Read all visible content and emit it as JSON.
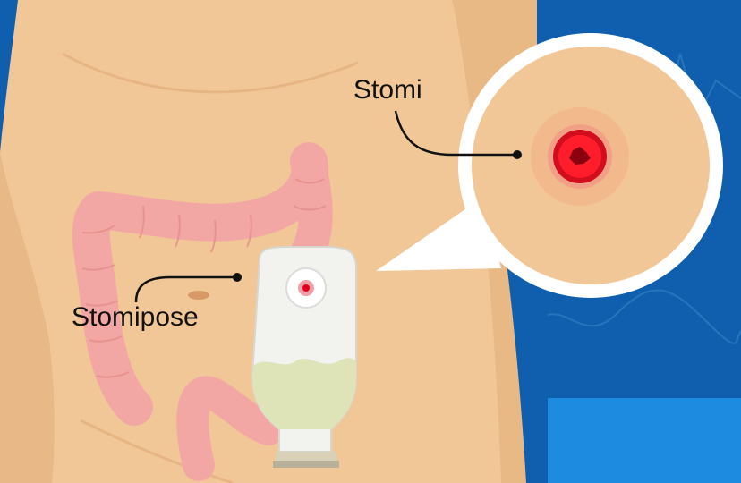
{
  "labels": {
    "stoma": "Stomi",
    "pouch": "Stomipose"
  },
  "icons": [
    "torso",
    "colon",
    "navel",
    "stoma-pouch",
    "magnifier-callout",
    "stoma"
  ],
  "colors": {
    "background_blue": "#0f5fae",
    "background_light_blue": "#1d8be0",
    "skin": "#f1c797",
    "colon": "#f2a7a4",
    "stoma_red": "#e0001b",
    "pouch_body": "#f2f2ee",
    "pouch_contents": "#dfe3b8",
    "callout_white": "#ffffff",
    "leader_line": "#111111"
  }
}
